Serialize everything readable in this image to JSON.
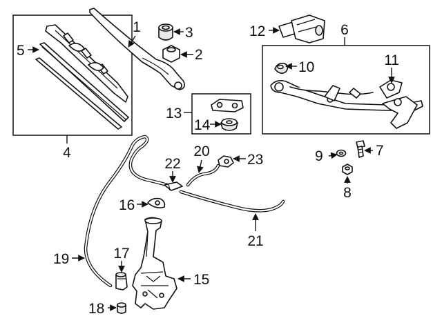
{
  "diagram": {
    "callouts": [
      {
        "id": "c1",
        "text": "1"
      },
      {
        "id": "c2",
        "text": "2"
      },
      {
        "id": "c3",
        "text": "3"
      },
      {
        "id": "c4",
        "text": "4"
      },
      {
        "id": "c5",
        "text": "5"
      },
      {
        "id": "c6",
        "text": "6"
      },
      {
        "id": "c7",
        "text": "7"
      },
      {
        "id": "c8",
        "text": "8"
      },
      {
        "id": "c9",
        "text": "9"
      },
      {
        "id": "c10",
        "text": "10"
      },
      {
        "id": "c11",
        "text": "11"
      },
      {
        "id": "c12",
        "text": "12"
      },
      {
        "id": "c13",
        "text": "13"
      },
      {
        "id": "c14",
        "text": "14"
      },
      {
        "id": "c15",
        "text": "15"
      },
      {
        "id": "c16",
        "text": "16"
      },
      {
        "id": "c17",
        "text": "17"
      },
      {
        "id": "c18",
        "text": "18"
      },
      {
        "id": "c19",
        "text": "19"
      },
      {
        "id": "c20",
        "text": "20"
      },
      {
        "id": "c21",
        "text": "21"
      },
      {
        "id": "c22",
        "text": "22"
      },
      {
        "id": "c23",
        "text": "23"
      }
    ]
  }
}
